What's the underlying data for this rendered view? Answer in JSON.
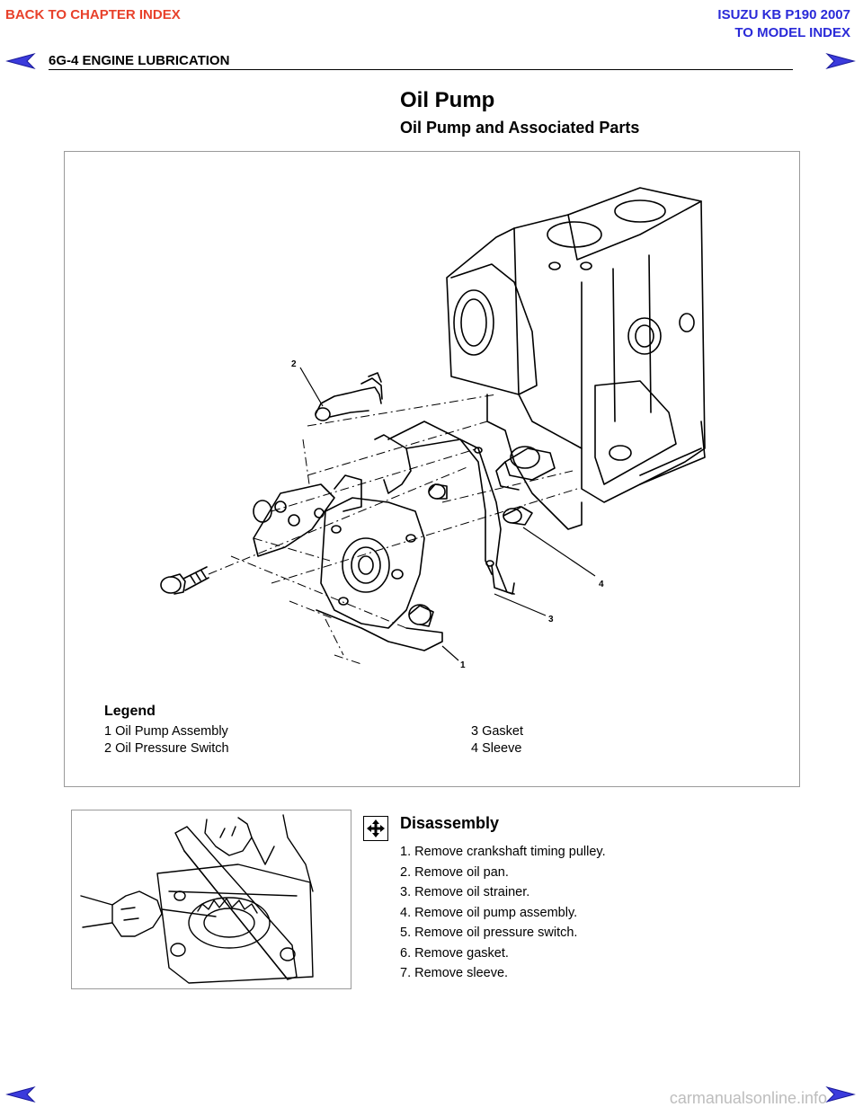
{
  "nav": {
    "back_chapter": "BACK TO CHAPTER INDEX",
    "model_title": "ISUZU KB P190 2007",
    "to_model": "TO MODEL INDEX"
  },
  "header": {
    "title": "6G-4  ENGINE LUBRICATION"
  },
  "section": {
    "title": "Oil Pump",
    "subtitle": "Oil Pump and Associated Parts"
  },
  "figure": {
    "callouts": [
      "1",
      "2",
      "3",
      "4"
    ],
    "legend_title": "Legend",
    "legend_left": [
      "1 Oil Pump Assembly",
      "2 Oil Pressure Switch"
    ],
    "legend_right": [
      "3 Gasket",
      "4 Sleeve"
    ]
  },
  "disassembly": {
    "title": "Disassembly",
    "icon": "disassembly-icon",
    "steps": [
      "1.  Remove crankshaft timing pulley.",
      "2.  Remove oil pan.",
      "3.  Remove oil strainer.",
      "4.  Remove oil pump assembly.",
      "5.  Remove oil pressure switch.",
      "6.  Remove gasket.",
      "7.  Remove sleeve."
    ]
  },
  "footer": {
    "watermark": "carmanualsonline.info"
  },
  "colors": {
    "nav_red": "#e8412b",
    "nav_blue": "#2a2ad8",
    "arrow_blue": "#3b3bdc"
  }
}
